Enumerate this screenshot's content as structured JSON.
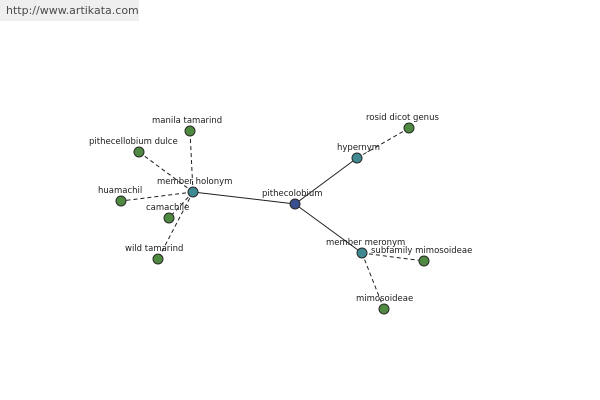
{
  "watermark": "http://www.artikata.com",
  "colors": {
    "leaf": "#4e8a3f",
    "relation": "#3f8a92",
    "center": "#3a4f8e"
  },
  "nodes": {
    "center": {
      "label": "pithecolobium",
      "kind": "center"
    },
    "member_holonym": {
      "label": "member holonym",
      "kind": "relation"
    },
    "hypernym": {
      "label": "hypernym",
      "kind": "relation"
    },
    "member_meronym": {
      "label": "member meronym",
      "kind": "relation"
    },
    "manila_tamarind": {
      "label": "manila tamarind",
      "kind": "leaf"
    },
    "pithecellobium_dulce": {
      "label": "pithecellobium dulce",
      "kind": "leaf"
    },
    "huamachil": {
      "label": "huamachil",
      "kind": "leaf"
    },
    "camachile": {
      "label": "camachile",
      "kind": "leaf"
    },
    "wild_tamarind": {
      "label": "wild tamarind",
      "kind": "leaf"
    },
    "rosid_dicot_genus": {
      "label": "rosid dicot genus",
      "kind": "leaf"
    },
    "subfamily_mimosoideae": {
      "label": "subfamily mimosoideae",
      "kind": "leaf"
    },
    "mimosoideae": {
      "label": "mimosoideae",
      "kind": "leaf"
    }
  },
  "edges": [
    {
      "from": "center",
      "to": "member_holonym",
      "style": "solid"
    },
    {
      "from": "center",
      "to": "hypernym",
      "style": "solid"
    },
    {
      "from": "center",
      "to": "member_meronym",
      "style": "solid"
    },
    {
      "from": "member_holonym",
      "to": "manila_tamarind",
      "style": "dashed"
    },
    {
      "from": "member_holonym",
      "to": "pithecellobium_dulce",
      "style": "dashed"
    },
    {
      "from": "member_holonym",
      "to": "huamachil",
      "style": "dashed"
    },
    {
      "from": "member_holonym",
      "to": "camachile",
      "style": "dashed"
    },
    {
      "from": "member_holonym",
      "to": "wild_tamarind",
      "style": "dashed"
    },
    {
      "from": "hypernym",
      "to": "rosid_dicot_genus",
      "style": "dashed"
    },
    {
      "from": "member_meronym",
      "to": "subfamily_mimosoideae",
      "style": "dashed"
    },
    {
      "from": "member_meronym",
      "to": "mimosoideae",
      "style": "dashed"
    }
  ]
}
